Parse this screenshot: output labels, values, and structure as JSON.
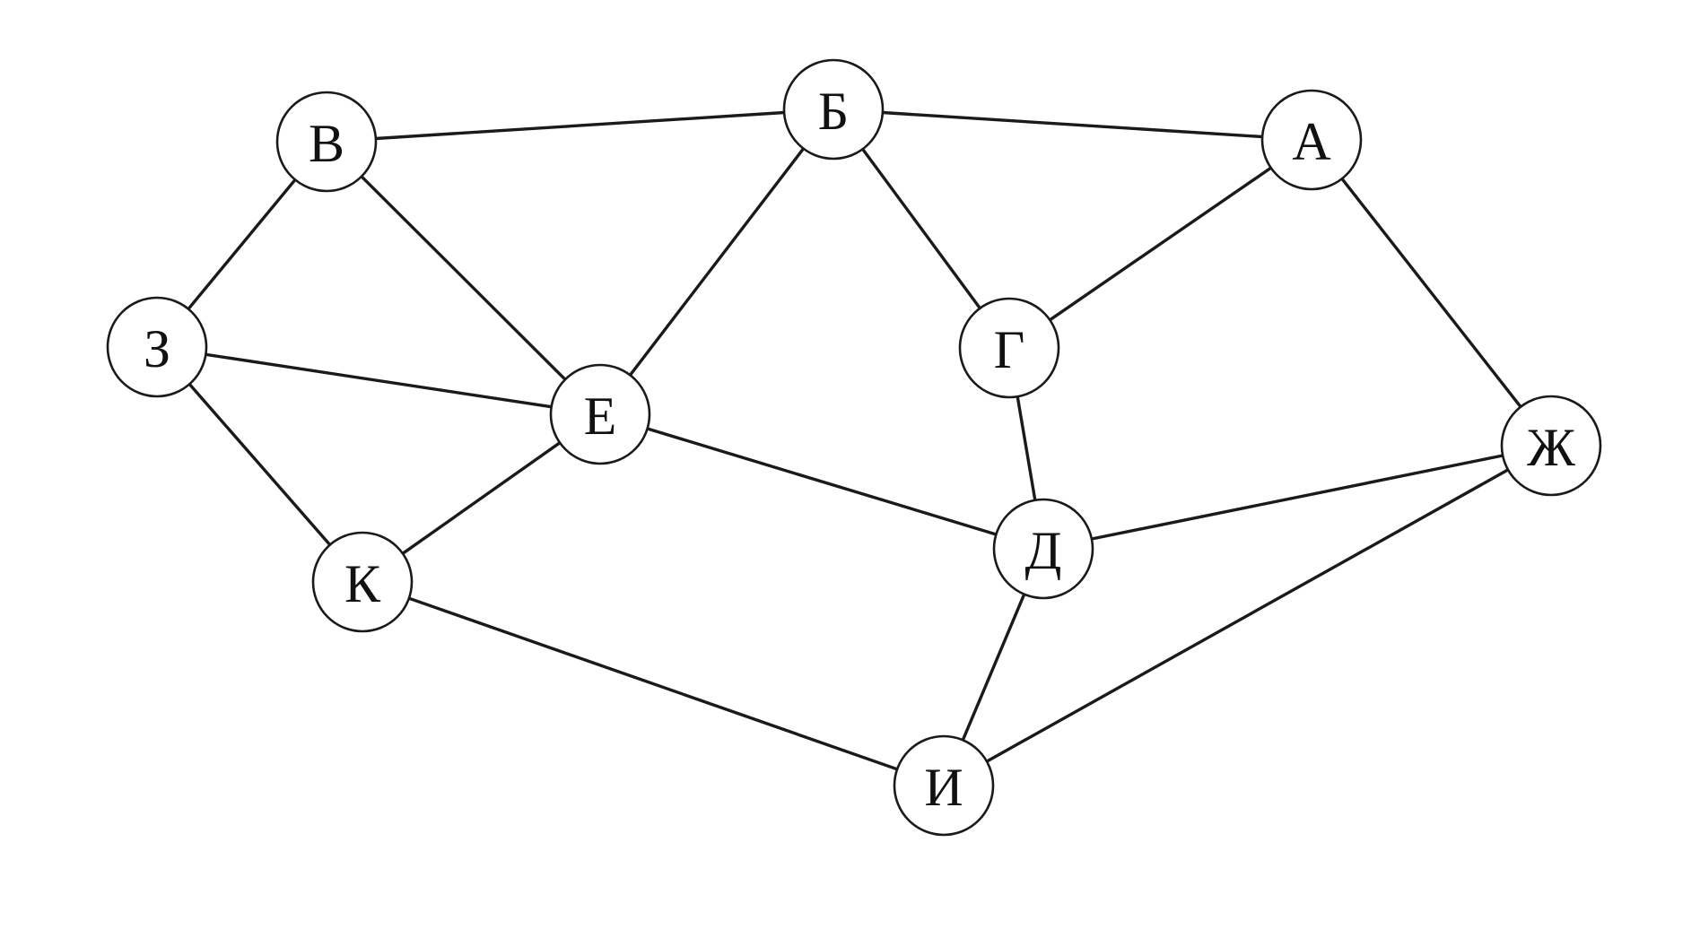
{
  "nodes": [
    {
      "id": "A",
      "label": "А"
    },
    {
      "id": "B",
      "label": "Б"
    },
    {
      "id": "V",
      "label": "В"
    },
    {
      "id": "G",
      "label": "Г"
    },
    {
      "id": "D",
      "label": "Д"
    },
    {
      "id": "E",
      "label": "Е"
    },
    {
      "id": "Zh",
      "label": "Ж"
    },
    {
      "id": "Z",
      "label": "З"
    },
    {
      "id": "I",
      "label": "И"
    },
    {
      "id": "K",
      "label": "К"
    }
  ],
  "edges": [
    [
      "V",
      "B"
    ],
    [
      "B",
      "A"
    ],
    [
      "V",
      "Z"
    ],
    [
      "V",
      "E"
    ],
    [
      "Z",
      "E"
    ],
    [
      "Z",
      "K"
    ],
    [
      "B",
      "E"
    ],
    [
      "B",
      "G"
    ],
    [
      "A",
      "G"
    ],
    [
      "A",
      "Zh"
    ],
    [
      "E",
      "K"
    ],
    [
      "E",
      "D"
    ],
    [
      "G",
      "D"
    ],
    [
      "D",
      "Zh"
    ],
    [
      "D",
      "I"
    ],
    [
      "K",
      "I"
    ],
    [
      "I",
      "Zh"
    ]
  ]
}
